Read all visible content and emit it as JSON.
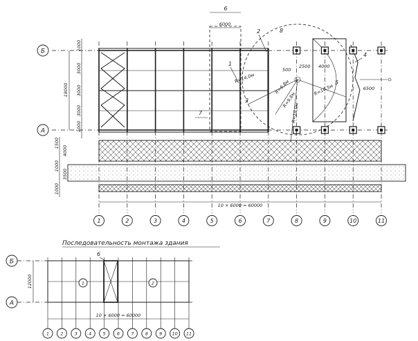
{
  "axes_rows": {
    "top": "Б",
    "bottom": "А"
  },
  "axis_numbers": [
    "1",
    "2",
    "3",
    "4",
    "5",
    "6",
    "7",
    "8",
    "9",
    "10",
    "11"
  ],
  "dims": {
    "span_total": "10 × 6000 = 60000",
    "bay": "6000",
    "height_total": "18000",
    "left_parts": [
      "1000",
      "3000",
      "3000",
      "3000",
      "1000"
    ],
    "right_part": "6500",
    "band_dims": [
      "1500",
      "4000",
      "1000",
      "3500",
      "1000"
    ],
    "radius_r14": "R=14,0м",
    "radius_r10": "R=10,5м",
    "radius_r18": "R=18,0м",
    "radius_r6": "R=6,8м",
    "radius_r9": "R=9,8м",
    "small_500": "500",
    "small_2500": "2500",
    "small_4000": "4000"
  },
  "callouts": [
    "1",
    "2",
    "3",
    "4",
    "5",
    "6",
    "7",
    "8"
  ],
  "sequence_title": "Последовательность монтажа здания",
  "sequence": {
    "height": "12000",
    "span_total": "10 × 6000 = 60000",
    "zone_1": "1",
    "zone_2": "2",
    "callout_6": "6"
  }
}
